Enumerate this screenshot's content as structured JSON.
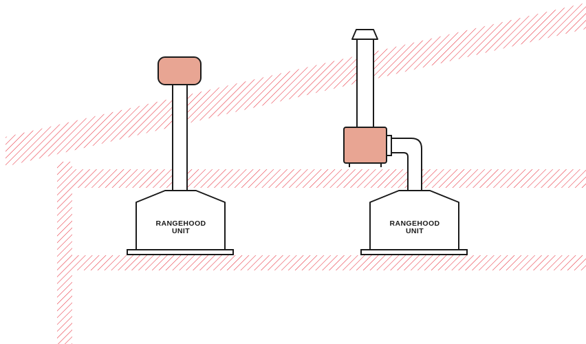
{
  "diagram": {
    "colors": {
      "hatch": "#e8323f",
      "stroke": "#1a1a1a",
      "accent_fill": "#e8a593",
      "background": "#ffffff"
    },
    "units": [
      {
        "label_line1": "RANGEHOOD",
        "label_line2": "UNIT",
        "variant": "roof-cowl"
      },
      {
        "label_line1": "RANGEHOOD",
        "label_line2": "UNIT",
        "variant": "inline-fan-with-flue-cap"
      }
    ]
  }
}
